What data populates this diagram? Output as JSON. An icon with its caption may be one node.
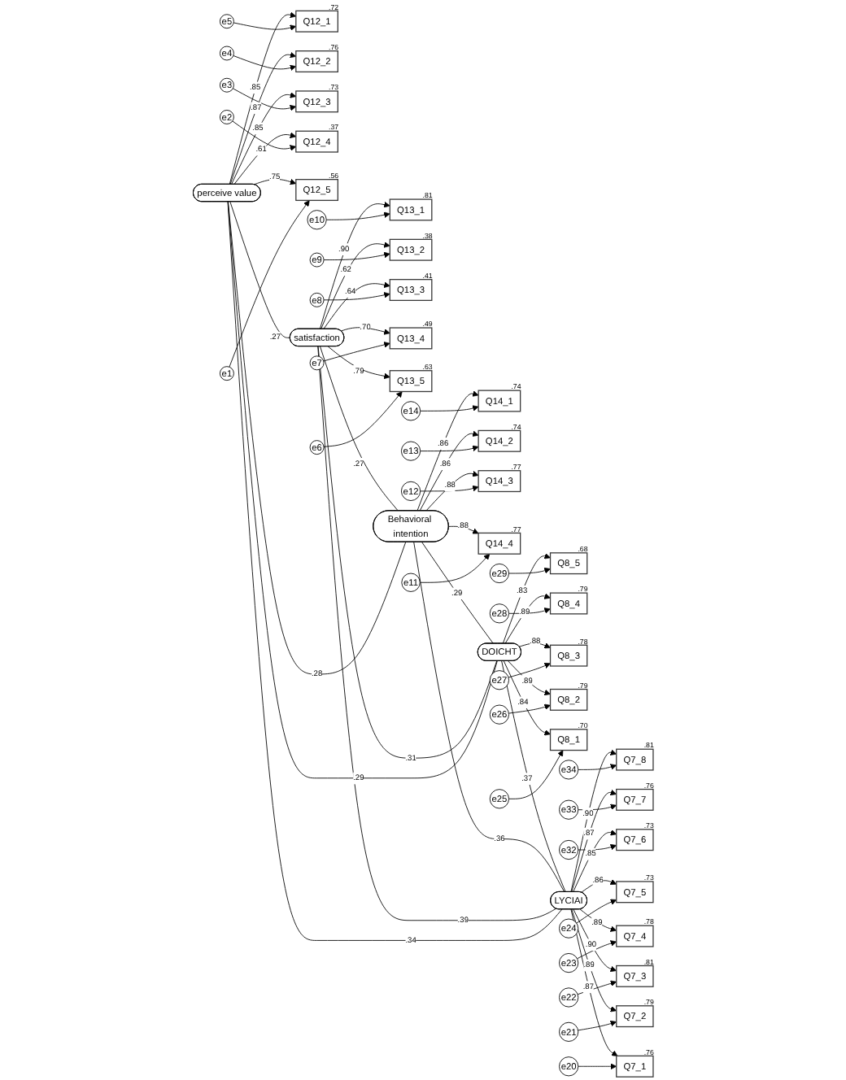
{
  "diagram": {
    "nodes": [
      {
        "text": [
          "e5"
        ]
      },
      {
        "text": [
          "Q12_1"
        ],
        "beside": [
          ".72"
        ]
      },
      {
        "text": [
          "e4"
        ]
      },
      {
        "text": [
          "Q12_2"
        ],
        "beside": [
          ".76"
        ]
      },
      {
        "text": [
          "e3"
        ]
      },
      {
        "text": [
          "Q12_3"
        ],
        "beside": [
          ".73"
        ]
      },
      {
        "text": [
          "e2"
        ]
      },
      {
        "text": [
          "Q12_4"
        ],
        "beside": [
          ".37"
        ]
      },
      {
        "text": [
          "e1"
        ]
      },
      {
        "text": [
          "Q12_5"
        ],
        "beside": [
          ".56"
        ]
      },
      {
        "text": [
          "perceive value"
        ]
      },
      {
        "text": [
          "e10"
        ]
      },
      {
        "text": [
          "Q13_1"
        ],
        "beside": [
          ".81"
        ]
      },
      {
        "text": [
          "e9"
        ]
      },
      {
        "text": [
          "Q13_2"
        ],
        "beside": [
          ".38"
        ]
      },
      {
        "text": [
          "e8"
        ]
      },
      {
        "text": [
          "Q13_3"
        ],
        "beside": [
          ".41"
        ]
      },
      {
        "text": [
          "e7"
        ]
      },
      {
        "text": [
          "Q13_4"
        ],
        "beside": [
          ".49"
        ]
      },
      {
        "text": [
          "e6"
        ]
      },
      {
        "text": [
          "Q13_5"
        ],
        "beside": [
          ".63"
        ]
      },
      {
        "text": [
          "satisfaction"
        ]
      },
      {
        "text": [
          "e14"
        ]
      },
      {
        "text": [
          "Q14_1"
        ],
        "beside": [
          ".74"
        ]
      },
      {
        "text": [
          "e13"
        ]
      },
      {
        "text": [
          "Q14_2"
        ],
        "beside": [
          ".74"
        ]
      },
      {
        "text": [
          "e12"
        ]
      },
      {
        "text": [
          "Q14_3"
        ],
        "beside": [
          ".77"
        ]
      },
      {
        "text": [
          "e11"
        ]
      },
      {
        "text": [
          "Q14_4"
        ],
        "beside": [
          ".77"
        ]
      },
      {
        "text": [
          "Behavioral intention"
        ]
      },
      {
        "text": [
          "e29"
        ]
      },
      {
        "text": [
          "Q8_5"
        ],
        "beside": [
          ".68"
        ]
      },
      {
        "text": [
          "e28"
        ]
      },
      {
        "text": [
          "Q8_4"
        ],
        "beside": [
          ".79"
        ]
      },
      {
        "text": [
          "e27"
        ]
      },
      {
        "text": [
          "Q8_3"
        ],
        "beside": [
          ".78"
        ]
      },
      {
        "text": [
          "e26"
        ]
      },
      {
        "text": [
          "Q8_2"
        ],
        "beside": [
          ".79"
        ]
      },
      {
        "text": [
          "e25"
        ]
      },
      {
        "text": [
          "Q8_1"
        ],
        "beside": [
          ".70"
        ]
      },
      {
        "text": [
          "DOICHT"
        ]
      },
      {
        "text": [
          "e34"
        ]
      },
      {
        "text": [
          "Q7_8"
        ],
        "beside": [
          ".81"
        ]
      },
      {
        "text": [
          "e33"
        ]
      },
      {
        "text": [
          "Q7_7"
        ],
        "beside": [
          ".76"
        ]
      },
      {
        "text": [
          "e32"
        ]
      },
      {
        "text": [
          "Q7_6"
        ],
        "beside": [
          ".73"
        ]
      },
      {
        "text": [
          "e24"
        ]
      },
      {
        "text": [
          "Q7_5"
        ],
        "beside": [
          ".73"
        ]
      },
      {
        "text": [
          "e23"
        ]
      },
      {
        "text": [
          "Q7_4"
        ],
        "beside": [
          ".78"
        ]
      },
      {
        "text": [
          "e22"
        ]
      },
      {
        "text": [
          "Q7_3"
        ],
        "beside": [
          ".81"
        ]
      },
      {
        "text": [
          "e21"
        ]
      },
      {
        "text": [
          "Q7_2"
        ],
        "beside": [
          ".79"
        ]
      },
      {
        "text": [
          "e20"
        ]
      },
      {
        "text": [
          "Q7_1"
        ],
        "beside": [
          ".76"
        ]
      },
      {
        "text": [
          "LYCIAI"
        ]
      }
    ],
    "edges": [
      {
        "from": 0,
        "to": 1,
        "arrow": "to"
      },
      {
        "from": 2,
        "to": 3,
        "arrow": "to"
      },
      {
        "from": 4,
        "to": 5,
        "arrow": "to"
      },
      {
        "from": 6,
        "to": 7,
        "arrow": "to"
      },
      {
        "from": 8,
        "to": 9,
        "arrow": "to"
      },
      {
        "from": 10,
        "to": 1,
        "arrow": "to",
        "label": ".85"
      },
      {
        "from": 10,
        "to": 3,
        "arrow": "to",
        "label": ".87"
      },
      {
        "from": 10,
        "to": 5,
        "arrow": "to",
        "label": ".85"
      },
      {
        "from": 10,
        "to": 7,
        "arrow": "to",
        "label": ".61"
      },
      {
        "from": 10,
        "to": 9,
        "arrow": "to",
        "label": ".75"
      },
      {
        "from": 11,
        "to": 12,
        "arrow": "to"
      },
      {
        "from": 13,
        "to": 14,
        "arrow": "to"
      },
      {
        "from": 15,
        "to": 16,
        "arrow": "to"
      },
      {
        "from": 17,
        "to": 18,
        "arrow": "to"
      },
      {
        "from": 19,
        "to": 20,
        "arrow": "to"
      },
      {
        "from": 21,
        "to": 12,
        "arrow": "to",
        "label": ".90"
      },
      {
        "from": 21,
        "to": 14,
        "arrow": "to",
        "label": ".62"
      },
      {
        "from": 21,
        "to": 16,
        "arrow": "to",
        "label": ".64"
      },
      {
        "from": 21,
        "to": 18,
        "arrow": "to",
        "label": ".70"
      },
      {
        "from": 21,
        "to": 20,
        "arrow": "to",
        "label": ".79"
      },
      {
        "from": 22,
        "to": 23,
        "arrow": "to"
      },
      {
        "from": 24,
        "to": 25,
        "arrow": "to"
      },
      {
        "from": 26,
        "to": 27,
        "arrow": "to"
      },
      {
        "from": 28,
        "to": 29,
        "arrow": "to"
      },
      {
        "from": 30,
        "to": 23,
        "arrow": "to",
        "label": ".86"
      },
      {
        "from": 30,
        "to": 25,
        "arrow": "to",
        "label": ".86"
      },
      {
        "from": 30,
        "to": 27,
        "arrow": "to",
        "label": ".88"
      },
      {
        "from": 30,
        "to": 29,
        "arrow": "to",
        "label": ".88"
      },
      {
        "from": 31,
        "to": 32,
        "arrow": "to"
      },
      {
        "from": 33,
        "to": 34,
        "arrow": "to"
      },
      {
        "from": 35,
        "to": 36,
        "arrow": "to"
      },
      {
        "from": 37,
        "to": 38,
        "arrow": "to"
      },
      {
        "from": 39,
        "to": 40,
        "arrow": "to"
      },
      {
        "from": 41,
        "to": 32,
        "arrow": "to",
        "label": ".83"
      },
      {
        "from": 41,
        "to": 34,
        "arrow": "to",
        "label": ".89"
      },
      {
        "from": 41,
        "to": 36,
        "arrow": "to",
        "label": ".88"
      },
      {
        "from": 41,
        "to": 38,
        "arrow": "to",
        "label": ".89"
      },
      {
        "from": 41,
        "to": 40,
        "arrow": "to",
        "label": ".84"
      },
      {
        "from": 42,
        "to": 43,
        "arrow": "to"
      },
      {
        "from": 44,
        "to": 45,
        "arrow": "to"
      },
      {
        "from": 46,
        "to": 47,
        "arrow": "to"
      },
      {
        "from": 48,
        "to": 49,
        "arrow": "to"
      },
      {
        "from": 50,
        "to": 51,
        "arrow": "to"
      },
      {
        "from": 52,
        "to": 53,
        "arrow": "to"
      },
      {
        "from": 54,
        "to": 55,
        "arrow": "to"
      },
      {
        "from": 56,
        "to": 57,
        "arrow": "to"
      },
      {
        "from": 58,
        "to": 43,
        "arrow": "to",
        "label": ".90"
      },
      {
        "from": 58,
        "to": 45,
        "arrow": "to",
        "label": ".87"
      },
      {
        "from": 58,
        "to": 47,
        "arrow": "to",
        "label": ".85"
      },
      {
        "from": 58,
        "to": 49,
        "arrow": "to",
        "label": ".86"
      },
      {
        "from": 58,
        "to": 51,
        "arrow": "to",
        "label": ".89"
      },
      {
        "from": 58,
        "to": 53,
        "arrow": "to",
        "label": ".90"
      },
      {
        "from": 58,
        "to": 55,
        "arrow": "to",
        "label": ".89"
      },
      {
        "from": 58,
        "to": 57,
        "arrow": "to",
        "label": ".87"
      },
      {
        "from": 10,
        "to": 21,
        "arrow": "none",
        "label": ".27"
      },
      {
        "from": 10,
        "to": 30,
        "arrow": "none",
        "label": ".28"
      },
      {
        "from": 10,
        "to": 41,
        "arrow": "none",
        "label": ".29"
      },
      {
        "from": 10,
        "to": 58,
        "arrow": "none",
        "label": ".34"
      },
      {
        "from": 21,
        "to": 30,
        "arrow": "none",
        "label": ".27"
      },
      {
        "from": 21,
        "to": 41,
        "arrow": "none",
        "label": ".31"
      },
      {
        "from": 21,
        "to": 58,
        "arrow": "none",
        "label": ".39"
      },
      {
        "from": 30,
        "to": 41,
        "arrow": "none",
        "label": ".29"
      },
      {
        "from": 30,
        "to": 58,
        "arrow": "none",
        "label": ".36"
      },
      {
        "from": 41,
        "to": 58,
        "arrow": "none",
        "label": ".37"
      }
    ]
  }
}
